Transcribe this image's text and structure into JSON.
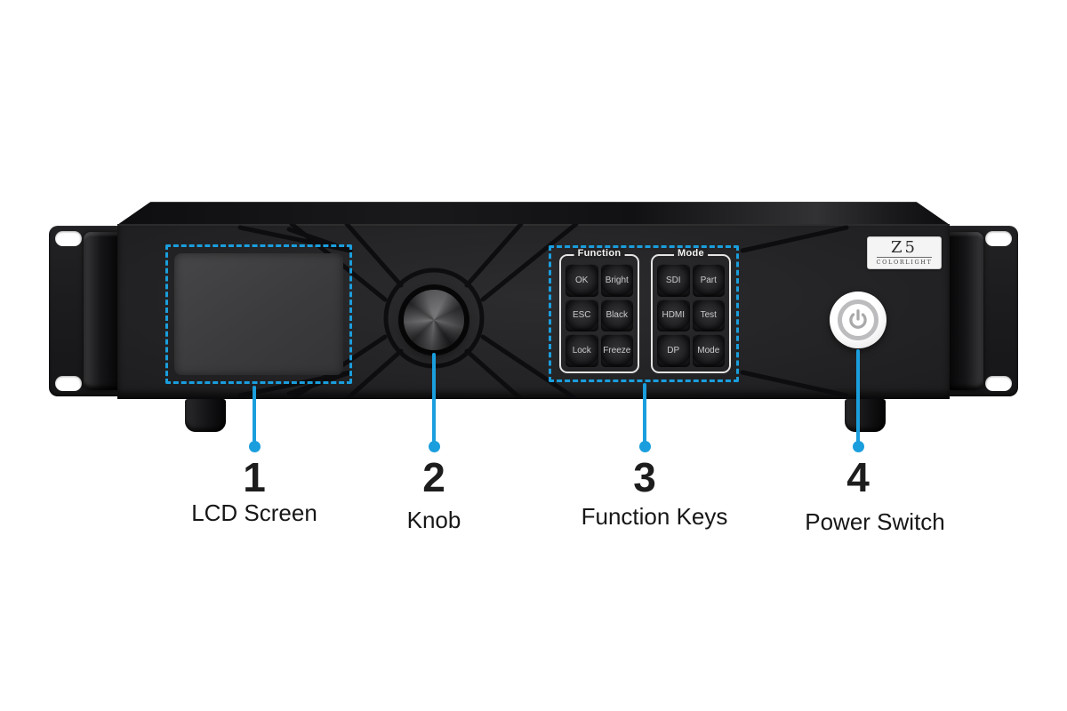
{
  "device": {
    "badge": {
      "model": "Z5",
      "brand": "COLORLIGHT"
    },
    "function_group": {
      "title": "Function",
      "keys": [
        "OK",
        "Bright",
        "ESC",
        "Black",
        "Lock",
        "Freeze"
      ]
    },
    "mode_group": {
      "title": "Mode",
      "keys": [
        "SDI",
        "Part",
        "HDMI",
        "Test",
        "DP",
        "Mode"
      ]
    }
  },
  "callouts": [
    {
      "number": "1",
      "label": "LCD Screen"
    },
    {
      "number": "2",
      "label": "Knob"
    },
    {
      "number": "3",
      "label": "Function Keys"
    },
    {
      "number": "4",
      "label": "Power Switch"
    }
  ],
  "icons": {
    "power": "power-icon"
  },
  "colors": {
    "accent_blue": "#1a9edd",
    "panel": "#242426"
  }
}
